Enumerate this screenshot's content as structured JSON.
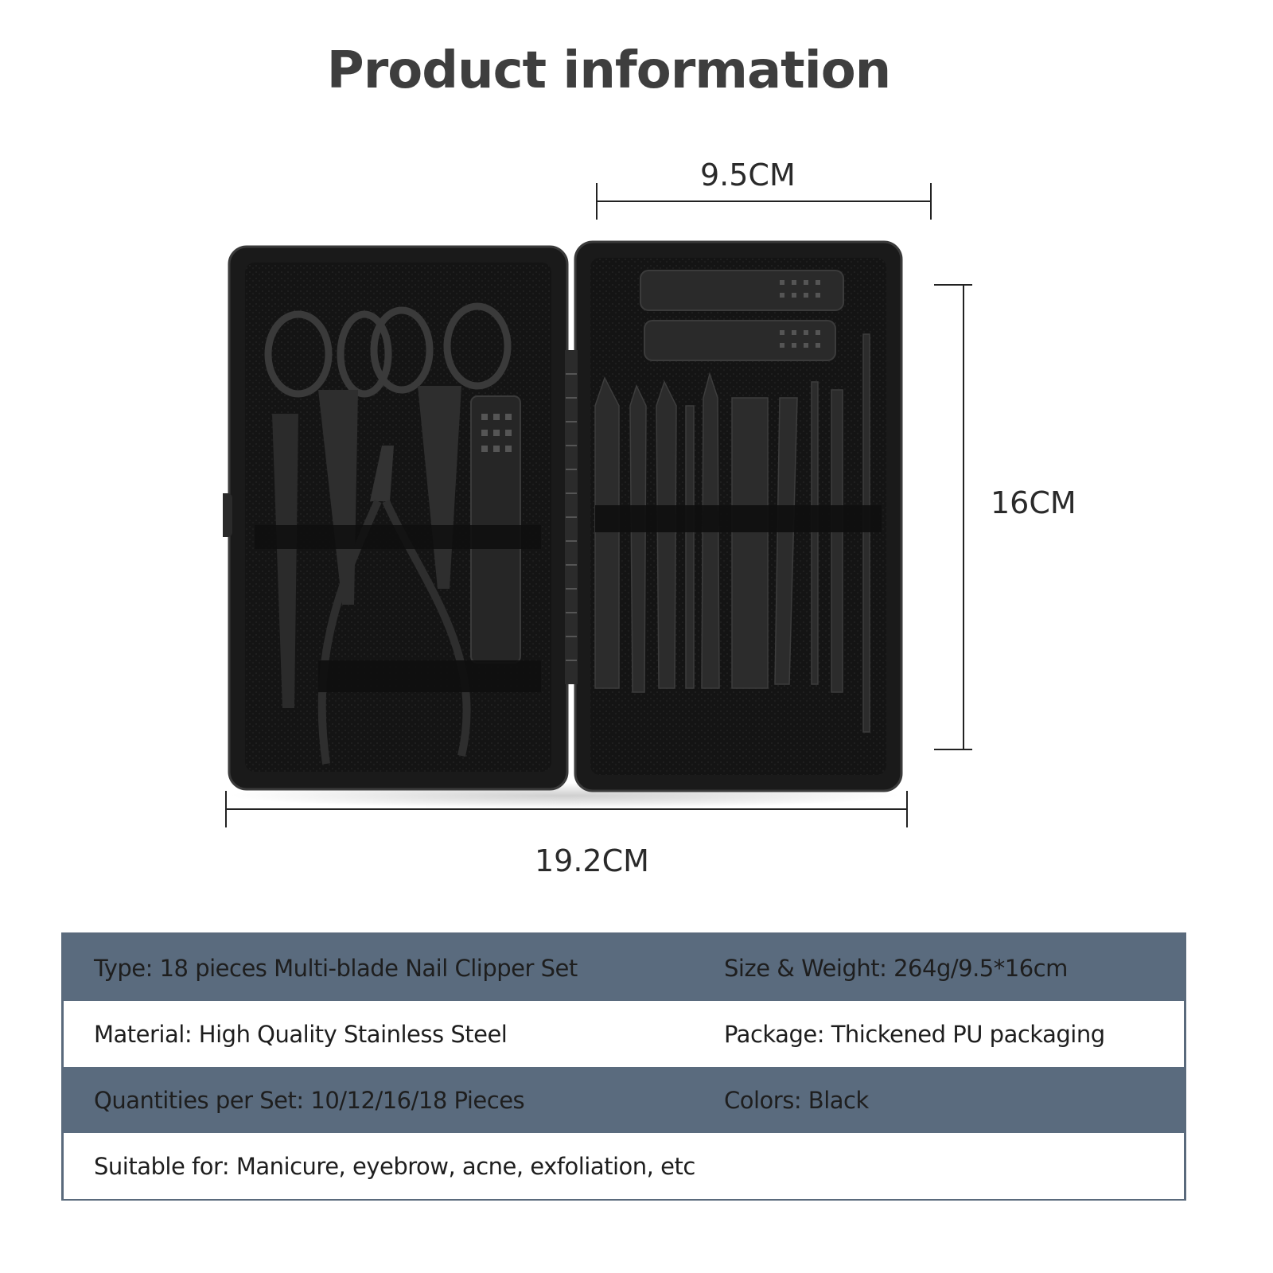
{
  "title": "Product information",
  "dimensions": {
    "width_top": "9.5CM",
    "height": "16CM",
    "width_bottom": "19.2CM"
  },
  "specs": [
    {
      "left": "Type: 18 pieces Multi-blade Nail Clipper Set",
      "right": "Size & Weight: 264g/9.5*16cm"
    },
    {
      "left": "Material: High Quality Stainless Steel",
      "right": "Package: Thickened PU packaging"
    },
    {
      "left": "Quantities per Set: 10/12/16/18 Pieces",
      "right": "Colors: Black"
    },
    {
      "left": "Suitable for: Manicure, eyebrow, acne, exfoliation, etc",
      "right": ""
    }
  ],
  "colors": {
    "row_dark": "#5a6b7e",
    "case": "#1a1a1a",
    "tool": "#2c2c2c"
  }
}
